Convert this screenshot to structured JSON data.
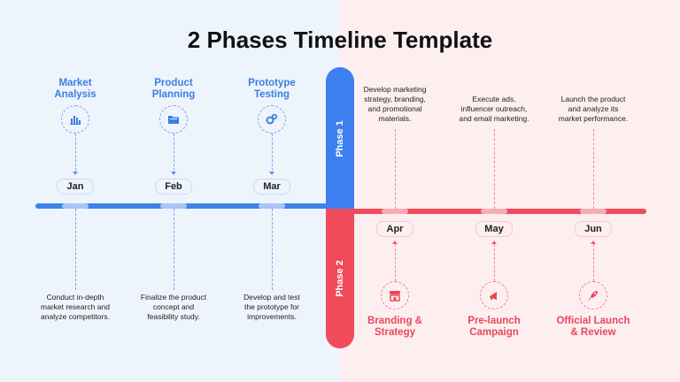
{
  "title": "2 Phases Timeline Template",
  "phases": {
    "phase1_label": "Phase 1",
    "phase2_label": "Phase 2",
    "phase1_color": "#3d82e8",
    "phase2_color": "#f04b5b"
  },
  "top_items": [
    {
      "heading_line1": "Market",
      "heading_line2": "Analysis",
      "month": "Jan",
      "description": [
        "Conduct in-depth",
        "market research and",
        "analyze competitors."
      ],
      "icon": "bar-chart-icon"
    },
    {
      "heading_line1": "Product",
      "heading_line2": "Planning",
      "month": "Feb",
      "description": [
        "Finalize the product",
        "concept and",
        "feasibility study."
      ],
      "icon": "folder-icon"
    },
    {
      "heading_line1": "Prototype",
      "heading_line2": "Testing",
      "month": "Mar",
      "description": [
        "Develop and test",
        "the prototype for",
        "improvements."
      ],
      "icon": "gears-icon"
    }
  ],
  "bottom_items": [
    {
      "heading_line1": "Branding &",
      "heading_line2": "Strategy",
      "month": "Apr",
      "description": [
        "Develop marketing",
        "strategy, branding,",
        "and promotional",
        "materials."
      ],
      "icon": "storefront-icon"
    },
    {
      "heading_line1": "Pre-launch",
      "heading_line2": "Campaign",
      "month": "May",
      "description": [
        "Execute ads,",
        "influencer outreach,",
        "and email marketing."
      ],
      "icon": "megaphone-icon"
    },
    {
      "heading_line1": "Official Launch",
      "heading_line2": "& Review",
      "month": "Jun",
      "description": [
        "Launch the product",
        "and analyze its",
        "market performance."
      ],
      "icon": "rocket-icon"
    }
  ]
}
